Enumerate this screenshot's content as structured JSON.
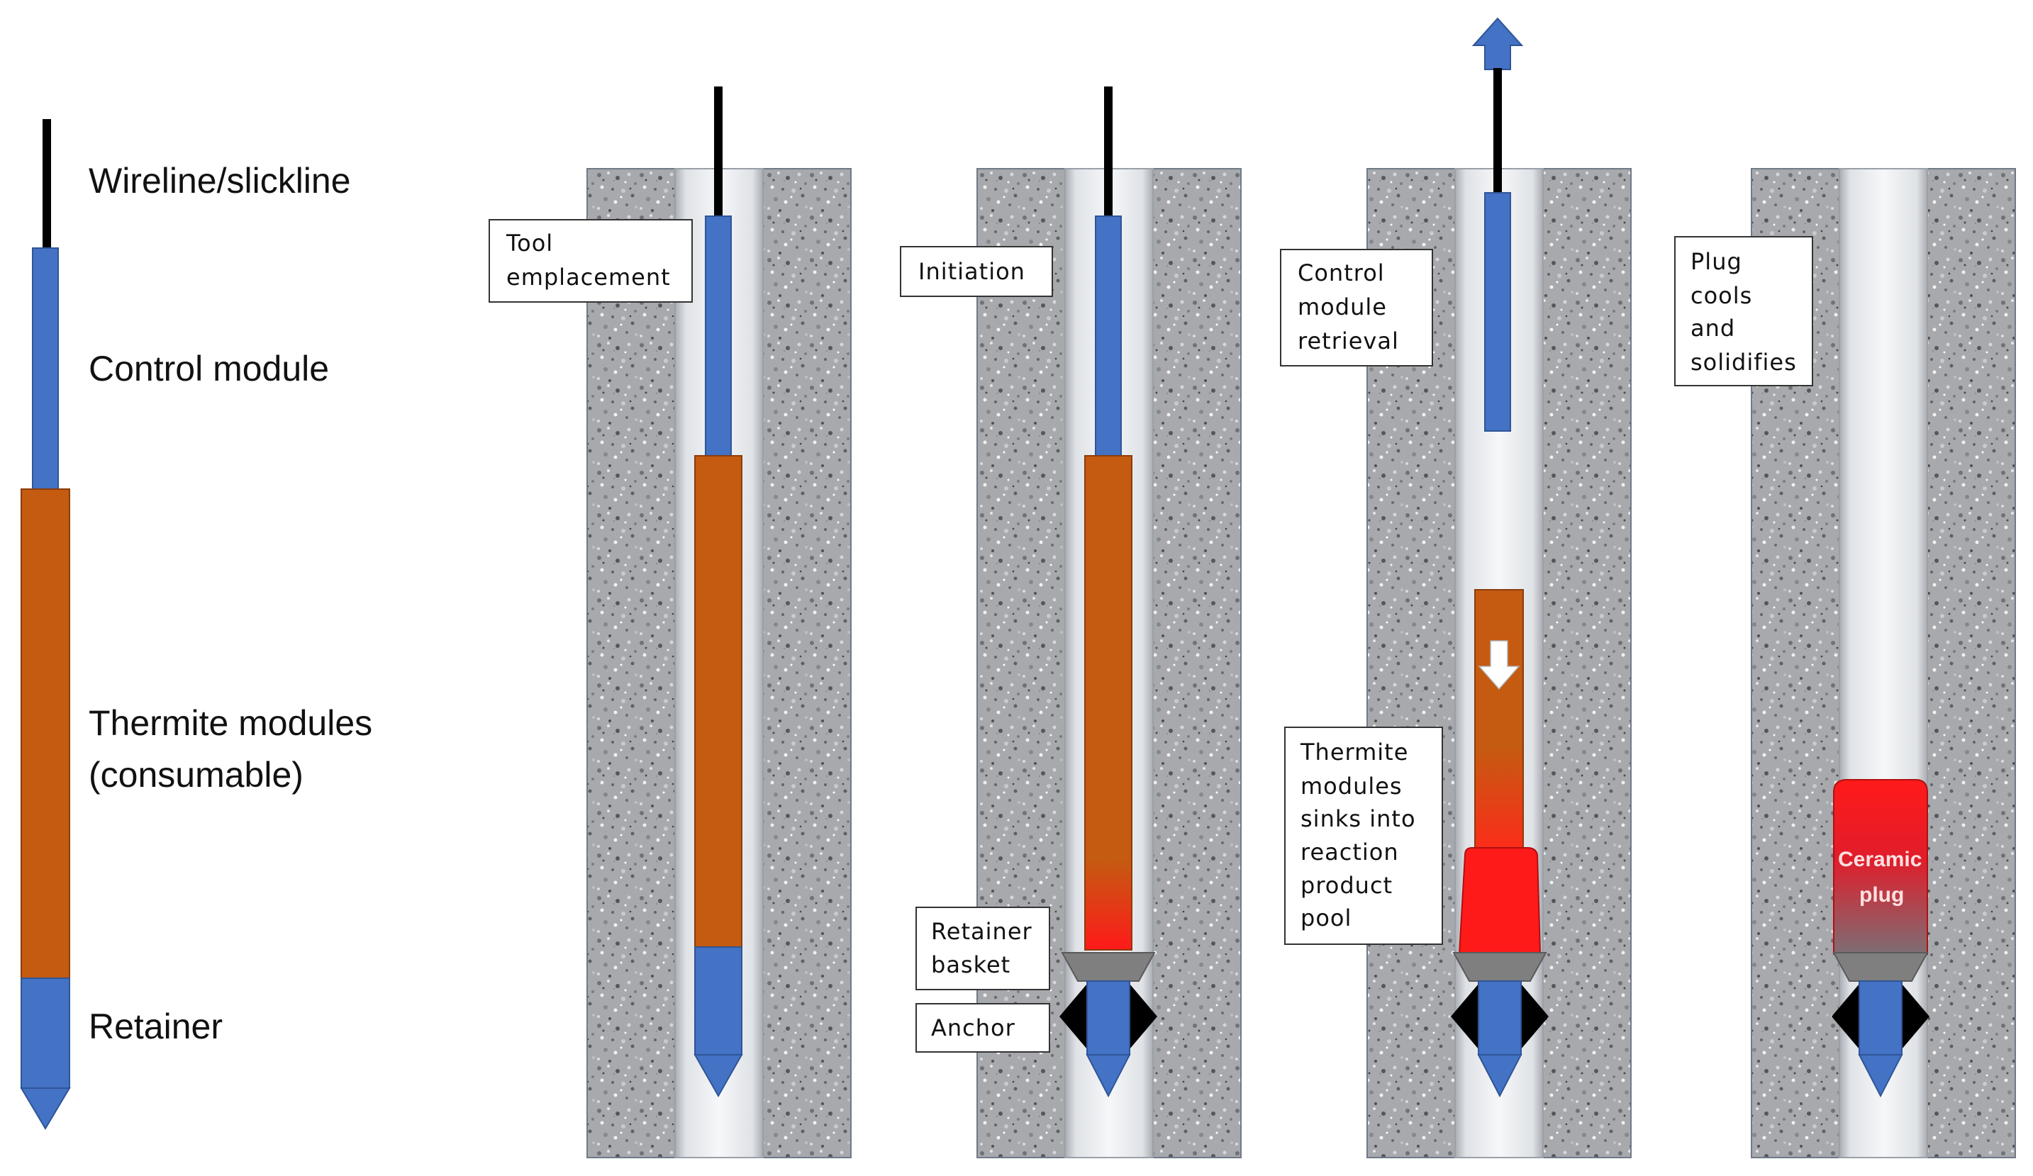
{
  "legend": {
    "wireline": "Wireline/slickline",
    "control_module": "Control module",
    "thermite_line1": "Thermite modules",
    "thermite_line2": "(consumable)",
    "retainer": "Retainer"
  },
  "stages": [
    {
      "name": "tool-emplacement",
      "callout": [
        "Tool",
        "emplacement"
      ]
    },
    {
      "name": "initiation",
      "callout": [
        "Initiation"
      ],
      "extra_callouts": {
        "retainer_basket": [
          "Retainer",
          "basket"
        ],
        "anchor": [
          "Anchor"
        ]
      }
    },
    {
      "name": "control-module-retrieval",
      "callout": [
        "Control",
        "module",
        "retrieval"
      ],
      "extra_callouts": {
        "thermite_sinks": [
          "Thermite",
          "modules",
          "sinks into",
          "reaction",
          "product",
          "pool"
        ]
      }
    },
    {
      "name": "plug-cools",
      "callout": [
        "Plug",
        "cools",
        "and",
        "solidifies"
      ],
      "plug_label": [
        "Ceramic",
        "plug"
      ]
    }
  ],
  "colors": {
    "rock": "#9a9ca0",
    "casing_edge": "#9aa0a8",
    "control_blue": "#4472c4",
    "thermite_orange": "#c55a11",
    "molten_red": "#ff1a1a",
    "basket_grey": "#7f7f7f",
    "anchor_black": "#000000",
    "wireline_black": "#000000"
  }
}
